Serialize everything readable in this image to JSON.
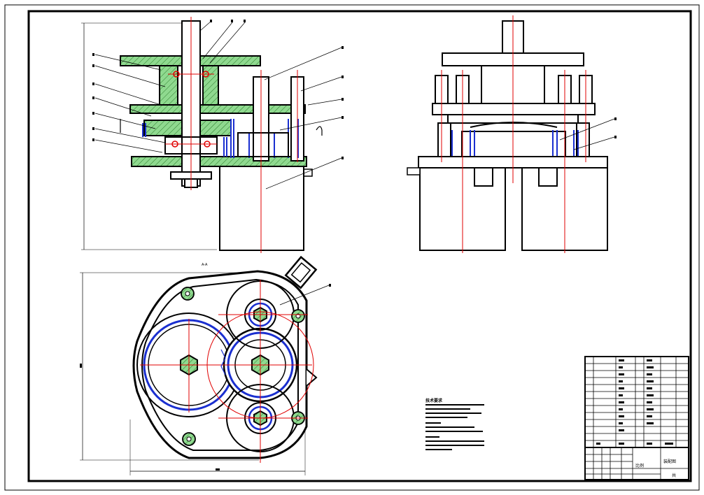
{
  "drawing": {
    "type": "mechanical assembly drawing",
    "views": [
      "front-section",
      "side-view",
      "top-view"
    ],
    "colors": {
      "outline": "#000000",
      "hatch_fill": "#8fd98f",
      "hatch_line": "#2a7a2a",
      "centerline": "#e00000",
      "spring": "#1a2fd0",
      "nut": "#2a7a2a"
    }
  },
  "top_view": {
    "section_label": "A-A"
  },
  "notes": {
    "title": "技术要求"
  },
  "title_block": {
    "scale_label": "比例",
    "sheet_label": "共",
    "drawing_name": "装配图"
  }
}
